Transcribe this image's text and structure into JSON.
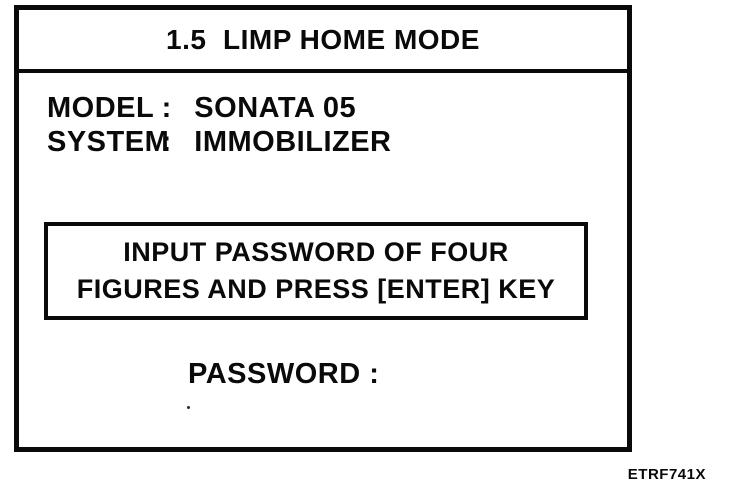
{
  "figure_code": "ETRF741X",
  "screen": {
    "title": "1.5  LIMP HOME MODE",
    "info_rows": [
      {
        "label": "MODEL",
        "separator": ":",
        "value": "SONATA 05"
      },
      {
        "label": "SYSTEM",
        "separator": ":",
        "value": "IMMOBILIZER"
      }
    ],
    "message_box": {
      "line1": "INPUT PASSWORD OF FOUR",
      "line2": "FIGURES AND PRESS [ENTER] KEY"
    },
    "password": {
      "label": "PASSWORD :",
      "value": ""
    }
  }
}
